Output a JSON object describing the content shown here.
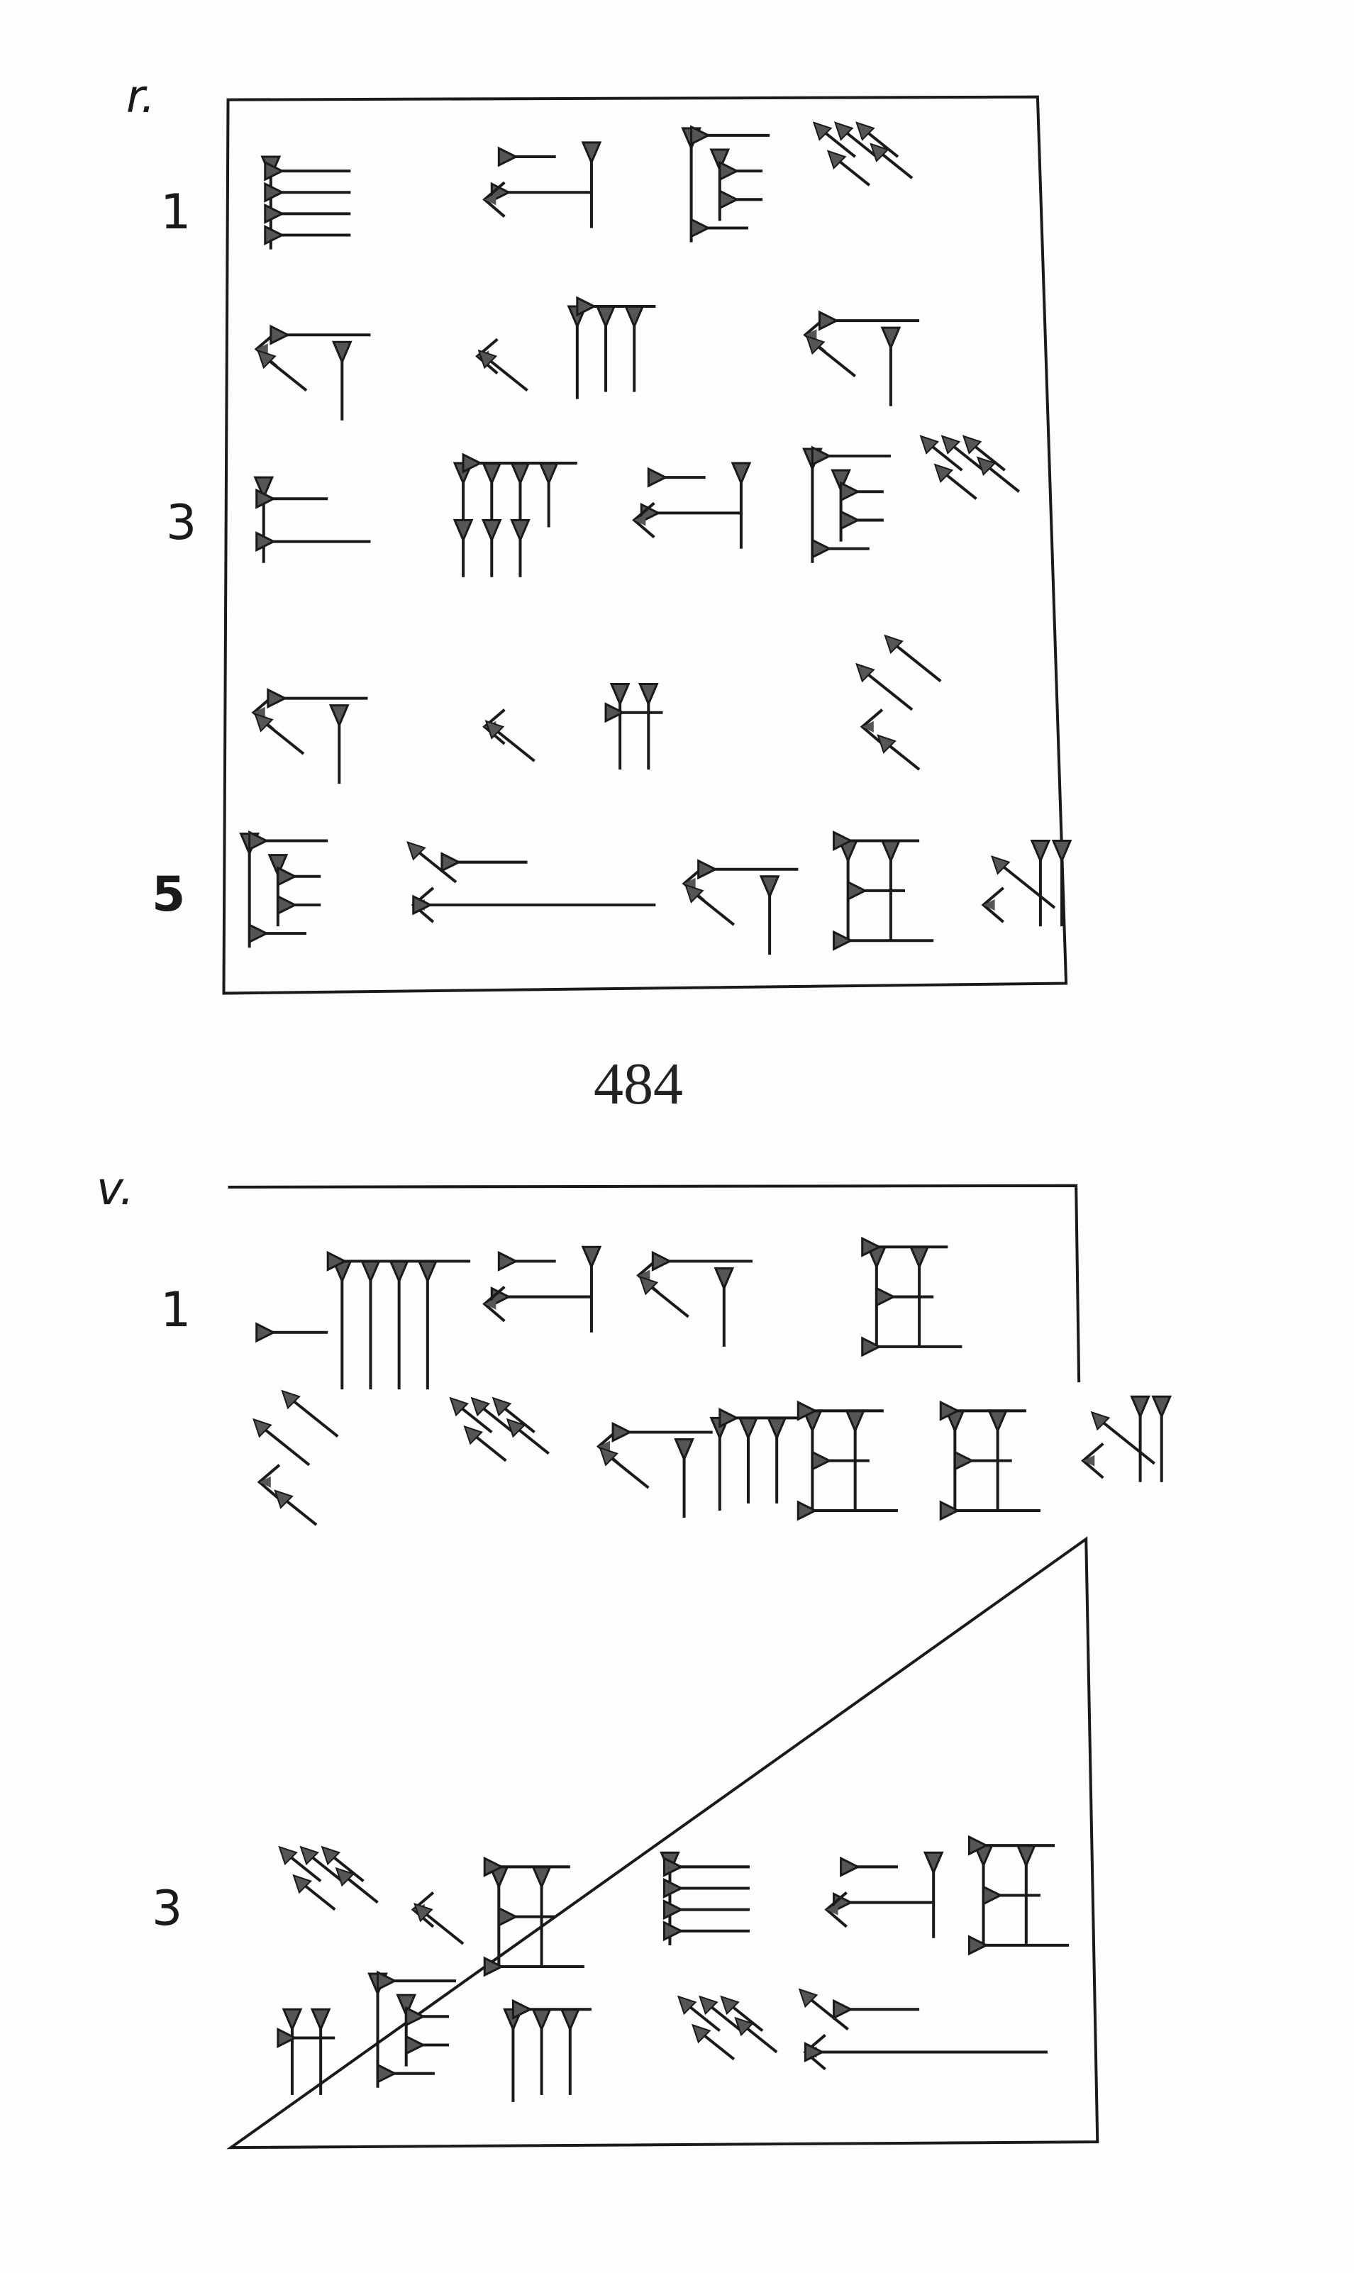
{
  "recto": {
    "side_label": "r.",
    "line_numbers": [
      "1",
      "3",
      "5"
    ]
  },
  "catalog_number": "484",
  "verso": {
    "side_label": "v.",
    "line_numbers": [
      "1",
      "3"
    ]
  },
  "colors": {
    "ink": "#1a1a1a",
    "wedge_fill": "#555555",
    "paper": "#fdfdfc"
  }
}
